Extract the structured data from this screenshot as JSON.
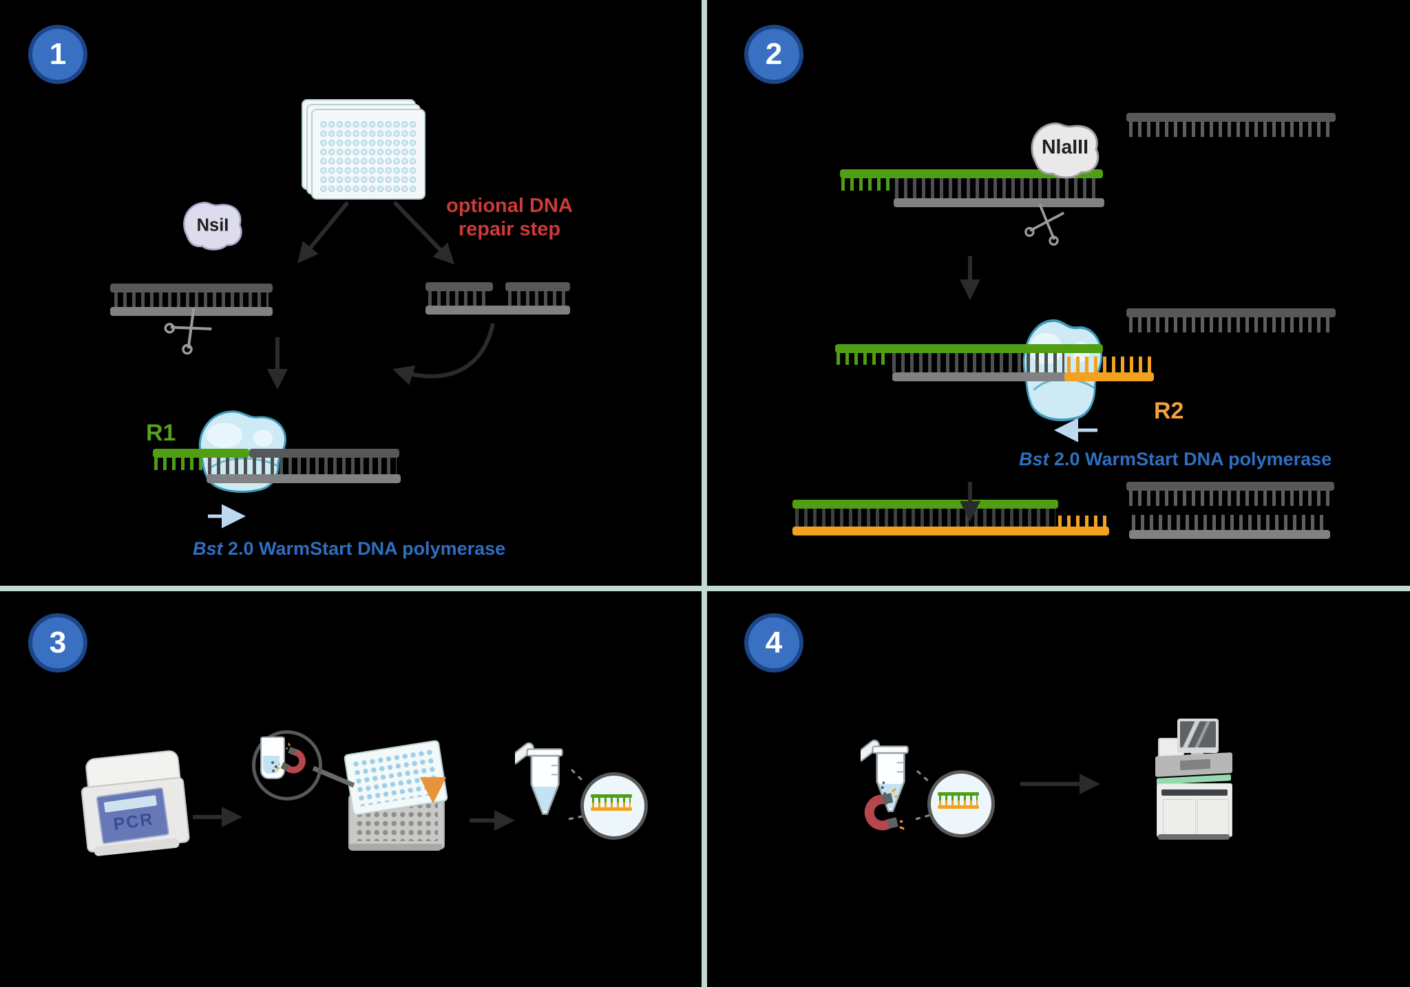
{
  "figure": {
    "title": "Library preparation workflow diagram",
    "background": "#000000"
  },
  "badges": {
    "step1": "1",
    "step2": "2",
    "step3": "3",
    "step4": "4"
  },
  "panel1": {
    "repair_note": {
      "line1": "optional DNA",
      "line2": "repair step"
    },
    "enzyme_label": "NsiI",
    "primer_label": "R1",
    "polymerase_label": {
      "italic": "Bst",
      "rest": " 2.0 WarmStart DNA polymerase"
    }
  },
  "panel2": {
    "enzyme_label": "NlaIII",
    "primer_label": "R2",
    "polymerase_label": {
      "italic": "Bst",
      "rest": " 2.0 WarmStart DNA polymerase"
    }
  },
  "panel3": {
    "thermocycler_label": "PCR"
  },
  "colors": {
    "divider": "#c5d9d4",
    "badge_fill": "#3a70c2",
    "badge_ring": "#1d4689",
    "note_red": "#cd3a3a",
    "label_blue": "#2f6fc1",
    "strand_green": "#4f9e13",
    "strand_orange": "#f2a21e",
    "dna_gray_dark": "#57585a",
    "dna_gray_mid": "#7f8183",
    "polymerase_fill": "#cdeaf5",
    "polymerase_stroke": "#3d9ab8",
    "nsii_blob": "#dcdcec",
    "nlaiii_blob": "#e9e9ea",
    "magnet_red": "#b5474d",
    "spark_orange": "#f0a030",
    "pale_arrow": "#bdd8f1",
    "liquid_blue": "#c3e2f3"
  }
}
